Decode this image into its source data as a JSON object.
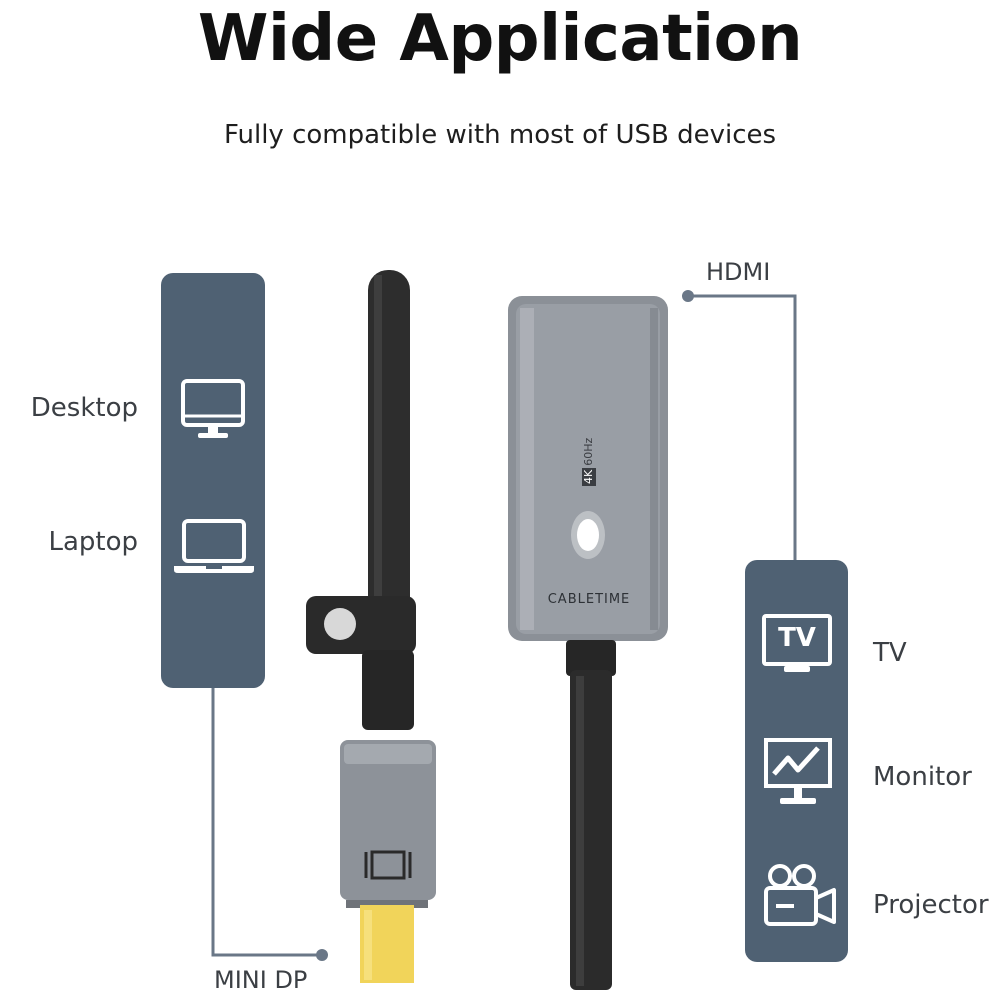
{
  "title": "Wide Application",
  "subtitle": "Fully compatible with most of USB devices",
  "left_devices": [
    "Desktop",
    "Laptop"
  ],
  "right_devices": [
    "TV",
    "Monitor",
    "Projector"
  ],
  "connector_labels": {
    "hdmi": "HDMI",
    "mini_dp": "MINI DP"
  },
  "adapter_text": {
    "brand": "CABLETIME",
    "resolution_badge": "4K",
    "refresh": "60Hz",
    "tv_icon_text": "TV"
  },
  "colors": {
    "panel": "#4f6173",
    "line": "#6a7787",
    "adapter": "#8e939a",
    "cable": "#2b2b2b",
    "plug_gold": "#f1d45a"
  }
}
